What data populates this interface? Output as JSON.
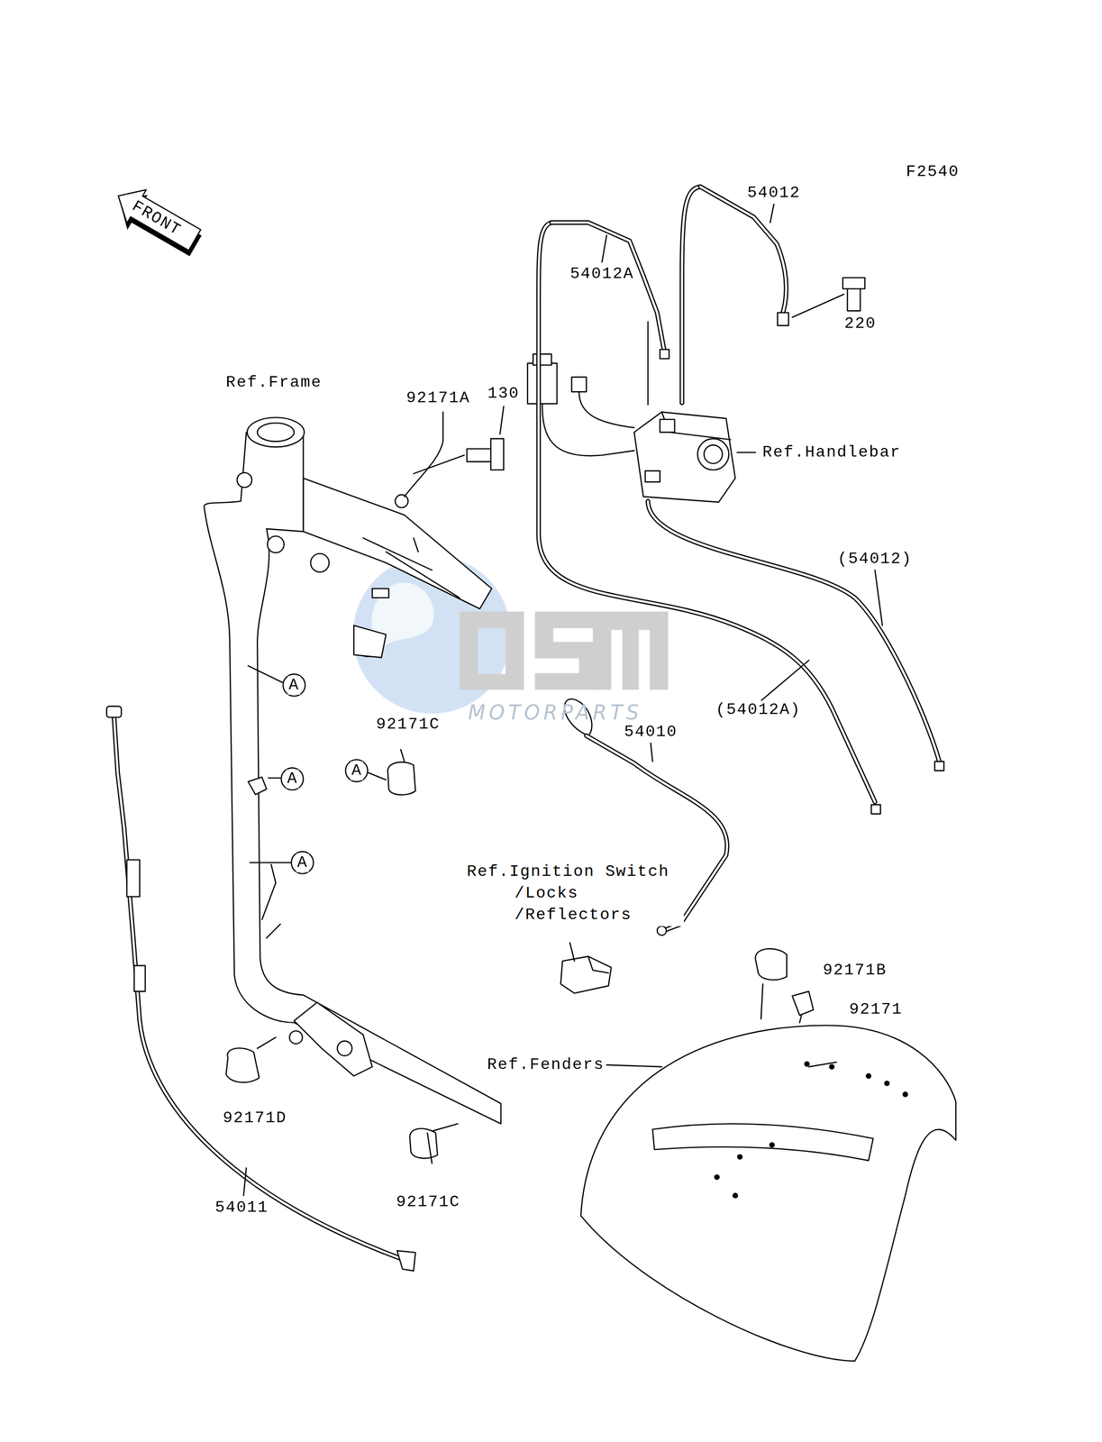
{
  "diagram": {
    "labels": [
      "F2540",
      "FRONT",
      "54012",
      "54012A",
      "220",
      "Ref.Frame",
      "92171A",
      "130",
      "Ref.Handlebar",
      "(54012)",
      "A",
      "MOTORPARTS",
      "(54012A)",
      "92171C",
      "54010",
      "A",
      "A",
      "A",
      "Ref.Ignition Switch /Locks /Reflectors",
      "92171B",
      "92171",
      "Ref.Fenders",
      "92171D",
      "92171C",
      "54011"
    ]
  }
}
